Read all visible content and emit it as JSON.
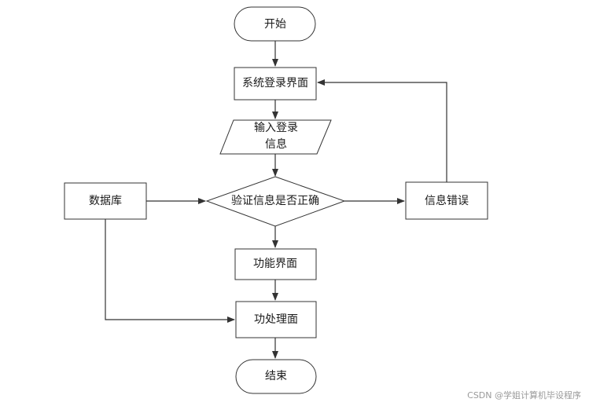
{
  "nodes": {
    "start": "开始",
    "login_ui": "系统登录界面",
    "input_line1": "输入登录",
    "input_line2": "信息",
    "validate": "验证信息是否正确",
    "database": "数据库",
    "error": "信息错误",
    "feature_ui": "功能界面",
    "process": "功处理面",
    "end": "结束"
  },
  "watermark": "CSDN @学姐计算机毕设程序"
}
